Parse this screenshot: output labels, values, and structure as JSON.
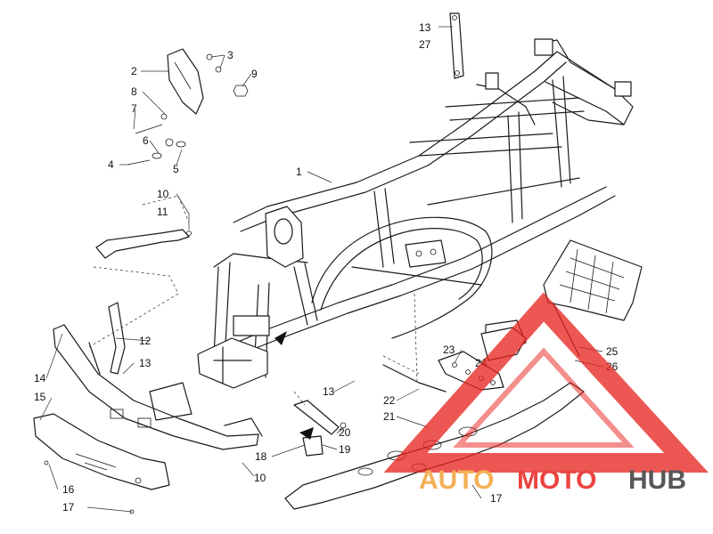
{
  "diagram": {
    "callouts": [
      {
        "id": "c1",
        "text": "1"
      },
      {
        "id": "c2",
        "text": "2"
      },
      {
        "id": "c3",
        "text": "3"
      },
      {
        "id": "c4",
        "text": "4"
      },
      {
        "id": "c5",
        "text": "5"
      },
      {
        "id": "c6",
        "text": "6"
      },
      {
        "id": "c7",
        "text": "7"
      },
      {
        "id": "c8",
        "text": "8"
      },
      {
        "id": "c9",
        "text": "9"
      },
      {
        "id": "c10a",
        "text": "10"
      },
      {
        "id": "c10b",
        "text": "10"
      },
      {
        "id": "c11",
        "text": "11"
      },
      {
        "id": "c12",
        "text": "12"
      },
      {
        "id": "c13a",
        "text": "13"
      },
      {
        "id": "c13b",
        "text": "13"
      },
      {
        "id": "c13c",
        "text": "13"
      },
      {
        "id": "c14",
        "text": "14"
      },
      {
        "id": "c15",
        "text": "15"
      },
      {
        "id": "c16",
        "text": "16"
      },
      {
        "id": "c17a",
        "text": "17"
      },
      {
        "id": "c17b",
        "text": "17"
      },
      {
        "id": "c18",
        "text": "18"
      },
      {
        "id": "c19",
        "text": "19"
      },
      {
        "id": "c20",
        "text": "20"
      },
      {
        "id": "c21",
        "text": "21"
      },
      {
        "id": "c22",
        "text": "22"
      },
      {
        "id": "c23",
        "text": "23"
      },
      {
        "id": "c24",
        "text": "24"
      },
      {
        "id": "c25",
        "text": "25"
      },
      {
        "id": "c26",
        "text": "26"
      },
      {
        "id": "c27",
        "text": "27"
      }
    ]
  },
  "watermark": {
    "part1": "AUTO",
    "part2": "MOTO",
    "part3": "HUB",
    "color_primary": "#e8231f",
    "color_secondary": "#f2a33a",
    "color_dark": "#3a3a3a"
  }
}
